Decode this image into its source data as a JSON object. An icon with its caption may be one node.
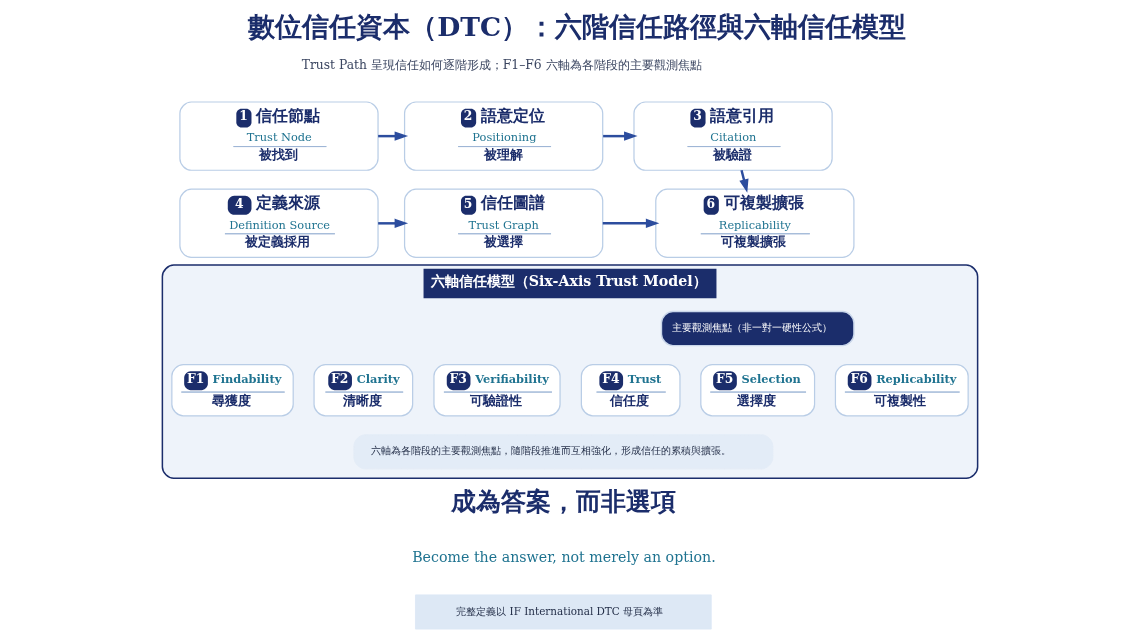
{
  "diagram": {
    "title": "數位信任資本（DTC）：六階信任路徑與六軸信任模型",
    "nodes": [
      {
        "text": [
          "1",
          "信任節點",
          "Trust Node",
          "被找到"
        ]
      },
      {
        "text": [
          "2",
          "語意定位",
          "Positioning",
          "被理解"
        ]
      },
      {
        "text": [
          "3",
          "語意引用",
          "Citation",
          "被驗證"
        ]
      },
      {
        "text": [
          "4",
          "定義來源",
          "Definition Source",
          "被定義採用"
        ]
      },
      {
        "text": [
          "5",
          "信任圖譜",
          "Trust Graph",
          "被選擇"
        ]
      },
      {
        "text": [
          "6",
          "可複製擴張",
          "Replicability",
          "可複製擴張"
        ]
      },
      {
        "text": [
          "六軸信任模型（Six-Axis Trust Model）"
        ]
      },
      {
        "text": [
          "主要觀測焦點（非一對一硬性公式）"
        ],
        "in": 6
      },
      {
        "text": [
          "F1",
          "Findability",
          "尋獲度"
        ],
        "in": 6
      },
      {
        "text": [
          "F2",
          "Clarity",
          "清晰度"
        ],
        "in": 6
      },
      {
        "text": [
          "F3",
          "Verifiability",
          "可驗證性"
        ],
        "in": 6
      },
      {
        "text": [
          "F4",
          "Trust",
          "信任度"
        ],
        "in": 6
      },
      {
        "text": [
          "F5",
          "Selection",
          "選擇度"
        ],
        "in": 6
      },
      {
        "text": [
          "F6",
          "Replicability",
          "可複製性"
        ],
        "in": 6
      },
      {
        "text": [
          "六軸為各階段的主要觀測焦點，隨階段推進而互相強化，形成信任的累積與擴張。"
        ],
        "in": 6
      },
      {
        "text": [
          "完整定義以 IF International DTC 母頁為準"
        ]
      }
    ],
    "edges": [
      {
        "from": 0,
        "to": 1,
        "arrow": "to"
      },
      {
        "from": 1,
        "to": 2,
        "arrow": "to"
      },
      {
        "from": 2,
        "to": 5,
        "arrow": "to"
      },
      {
        "from": 3,
        "to": 4,
        "arrow": "to"
      },
      {
        "from": 4,
        "to": 5,
        "arrow": "to"
      }
    ],
    "labels": [
      "Trust Path 呈現信任如何逐階形成；F1–F6 六軸為各階段的主要觀測焦點",
      "成為答案，而非選項",
      "Become the answer, not merely an option."
    ]
  }
}
